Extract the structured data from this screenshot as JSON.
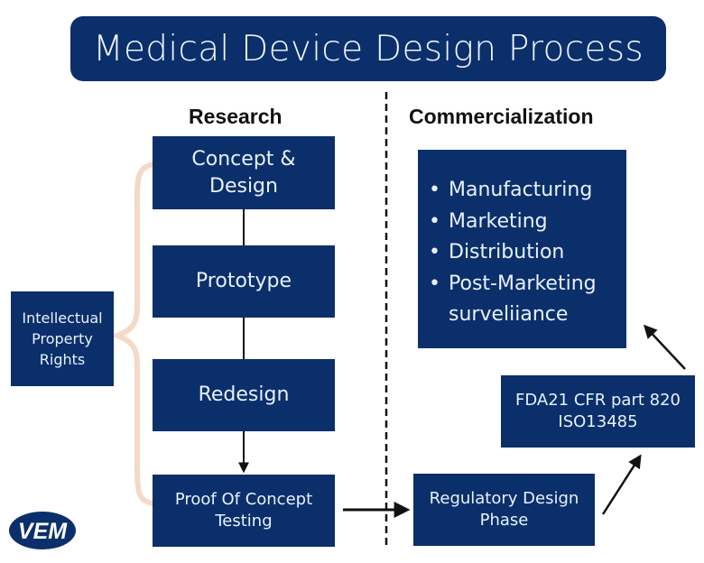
{
  "title": "Medical Device Design Process",
  "sections": {
    "research": "Research",
    "commercialization": "Commercialization"
  },
  "research_steps": [
    {
      "label_lines": [
        "Concept &",
        "Design"
      ]
    },
    {
      "label_lines": [
        "Prototype"
      ]
    },
    {
      "label_lines": [
        "Redesign"
      ]
    },
    {
      "label_lines": [
        "Proof Of Concept",
        "Testing"
      ]
    }
  ],
  "ip_box": {
    "label_lines": [
      "Intellectual",
      "Property",
      "Rights"
    ]
  },
  "commercialization": {
    "regulatory": {
      "label_lines": [
        "Regulatory Design",
        "Phase"
      ]
    },
    "standards": {
      "label_lines": [
        "FDA21 CFR part 820",
        "ISO13485"
      ]
    },
    "activities": [
      "Manufacturing",
      "Marketing",
      "Distribution",
      "Post-Marketing"
    ],
    "activities_continuation": "surveliiance",
    "bullet_glyph": "•"
  },
  "logo": {
    "text": "VEM"
  },
  "colors": {
    "navy": "#0b2f6b",
    "box_text": "#e8f1fb",
    "brace": "#f3d9c6",
    "arrow": "#111111",
    "divider": "#111111"
  }
}
